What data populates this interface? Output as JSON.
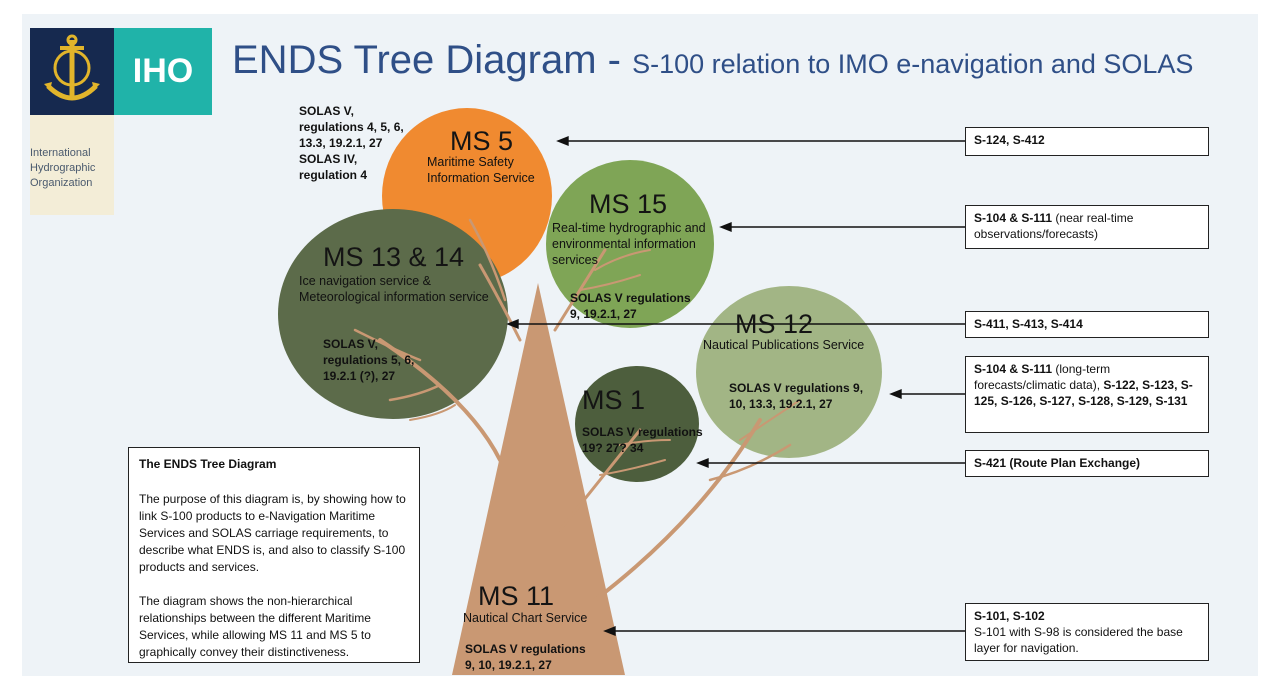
{
  "header": {
    "title_main": "ENDS Tree Diagram",
    "title_sep": " - ",
    "title_sub": "S-100 relation to IMO e-navigation and SOLAS"
  },
  "logo": {
    "abbr": "IHO",
    "org_line1": "International",
    "org_line2": "Hydrographic",
    "org_line3": "Organization"
  },
  "colors": {
    "orange": "#f08a30",
    "dark_olive": "#5c6b4a",
    "light_green": "#7fa556",
    "pale_green": "#a2b585",
    "darkest_green": "#4d5e3d",
    "trunk": "#c99873",
    "title_blue": "#2f4f87",
    "logo_navy": "#16294f",
    "logo_teal": "#20b3a9"
  },
  "nodes": {
    "ms5": {
      "label": "MS 5",
      "service": [
        "Maritime Safety",
        "Information Service"
      ],
      "solas": [
        "SOLAS V,",
        "regulations 4, 5, 6,",
        "13.3, 19.2.1, 27",
        "SOLAS IV,",
        "regulation 4"
      ]
    },
    "ms15": {
      "label": "MS 15",
      "service": [
        "Real-time hydrographic and",
        "environmental information",
        "services"
      ],
      "solas": [
        "SOLAS V regulations",
        "9, 19.2.1, 27"
      ]
    },
    "ms13": {
      "label": "MS 13 & 14",
      "service": [
        "Ice navigation service &",
        "Meteorological information service"
      ],
      "solas": [
        "SOLAS V,",
        "regulations  5, 6,",
        "19.2.1 (?), 27"
      ]
    },
    "ms12": {
      "label": "MS 12",
      "service": [
        "Nautical Publications Service"
      ],
      "solas": [
        "SOLAS V regulations 9,",
        "10, 13.3, 19.2.1, 27"
      ]
    },
    "ms1": {
      "label": "MS 1",
      "solas": [
        "SOLAS V regulations",
        "19? 27? 34"
      ]
    },
    "ms11": {
      "label": "MS 11",
      "service": [
        "Nautical Chart Service"
      ],
      "solas": [
        "SOLAS V regulations",
        "9, 10, 19.2.1, 27"
      ]
    }
  },
  "products": {
    "p1": {
      "bold": "S-124, S-412"
    },
    "p2": {
      "bold": "S-104 & S-111",
      "rest": " (near real-time observations/forecasts)"
    },
    "p3": {
      "bold": "S-411, S-413, S-414"
    },
    "p4": {
      "bold": "S-104 & S-111",
      "rest": " (long-term forecasts/climatic data), ",
      "bold2": "S-122, S-123, S-125, S-126, S-127, S-128, S-129, S-131"
    },
    "p5": {
      "bold": "S-421 (Route Plan Exchange)"
    },
    "p6": {
      "bold": "S-101, S-102",
      "line2": "S-101 with S-98 is considered the base layer for navigation."
    }
  },
  "info": {
    "heading": "The ENDS Tree Diagram",
    "para1": "The purpose of this diagram is, by showing how to link S-100 products to e-Navigation Maritime Services and SOLAS carriage requirements, to describe what ENDS is, and also to classify S-100 products and services.",
    "para2": "The diagram shows the non-hierarchical relationships between the different Maritime Services, while allowing MS 11 and MS 5 to graphically convey their distinctiveness."
  }
}
